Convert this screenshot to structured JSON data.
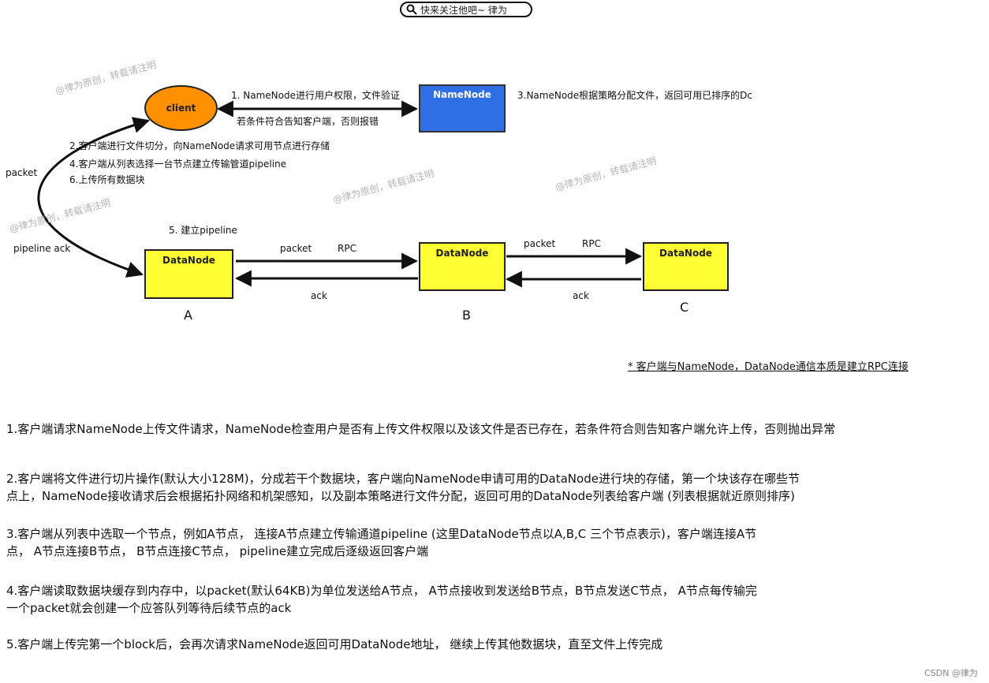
{
  "search": {
    "text": "快来关注他吧~ 律为"
  },
  "nodes": {
    "client": "client",
    "namenode": "NameNode",
    "datanode_a": "DataNode",
    "datanode_b": "DataNode",
    "datanode_c": "DataNode",
    "letter_a": "A",
    "letter_b": "B",
    "letter_c": "C"
  },
  "labels": {
    "step1": "1. NameNode进行用户权限，文件验证",
    "step1b": "若条件符合告知客户端，否则报错",
    "step3": "3.NameNode根据策略分配文件，返回可用已排序的Dc",
    "step2": "2.客户端进行文件切分，向NameNode请求可用节点进行存储",
    "step4": "4.客户端从列表选择一台节点建立传输管道pipeline",
    "step6": "6.上传所有数据块",
    "packet_left": "packet",
    "pipeline_ack": "pipeline ack",
    "step5": "5. 建立pipeline",
    "packet_ab": "packet",
    "rpc_ab": "RPC",
    "ack_ab": "ack",
    "packet_bc": "packet",
    "rpc_bc": "RPC",
    "ack_bc": "ack"
  },
  "watermark": "@律为原创，转载请注明",
  "note": "* 客户端与NameNode，DataNode通信本质是建立RPC连接",
  "paragraphs": {
    "p1": "1.客户端请求NameNode上传文件请求，NameNode检查用户是否有上传文件权限以及该文件是否已存在，若条件符合则告知客户端允许上传，否则抛出异常",
    "p2a": "2.客户端将文件进行切片操作(默认大小128M)，分成若干个数据块，客户端向NameNode申请可用的DataNode进行块的存储，第一个块该存在哪些节",
    "p2b": "点上，NameNode接收请求后会根据拓扑网络和机架感知，以及副本策略进行文件分配，返回可用的DataNode列表给客户端 (列表根据就近原则排序)",
    "p3a": "3.客户端从列表中选取一个节点，例如A节点， 连接A节点建立传输通道pipeline (这里DataNode节点以A,B,C 三个节点表示)，客户端连接A节",
    "p3b": "点， A节点连接B节点， B节点连接C节点， pipeline建立完成后逐级返回客户端",
    "p4a": "4.客户端读取数据块缓存到内存中，以packet(默认64KB)为单位发送给A节点， A节点接收到发送给B节点，B节点发送C节点， A节点每传输完",
    "p4b": "一个packet就会创建一个应答队列等待后续节点的ack",
    "p5": "5.客户端上传完第一个block后，会再次请求NameNode返回可用DataNode地址， 继续上传其他数据块，直至文件上传完成"
  },
  "footer": "CSDN @律为",
  "colors": {
    "client": "#ff9100",
    "namenode": "#2f6fe6",
    "datanode": "#ffff33",
    "watermark": "#b5b5b5"
  },
  "icons": {
    "search": "search-icon"
  }
}
